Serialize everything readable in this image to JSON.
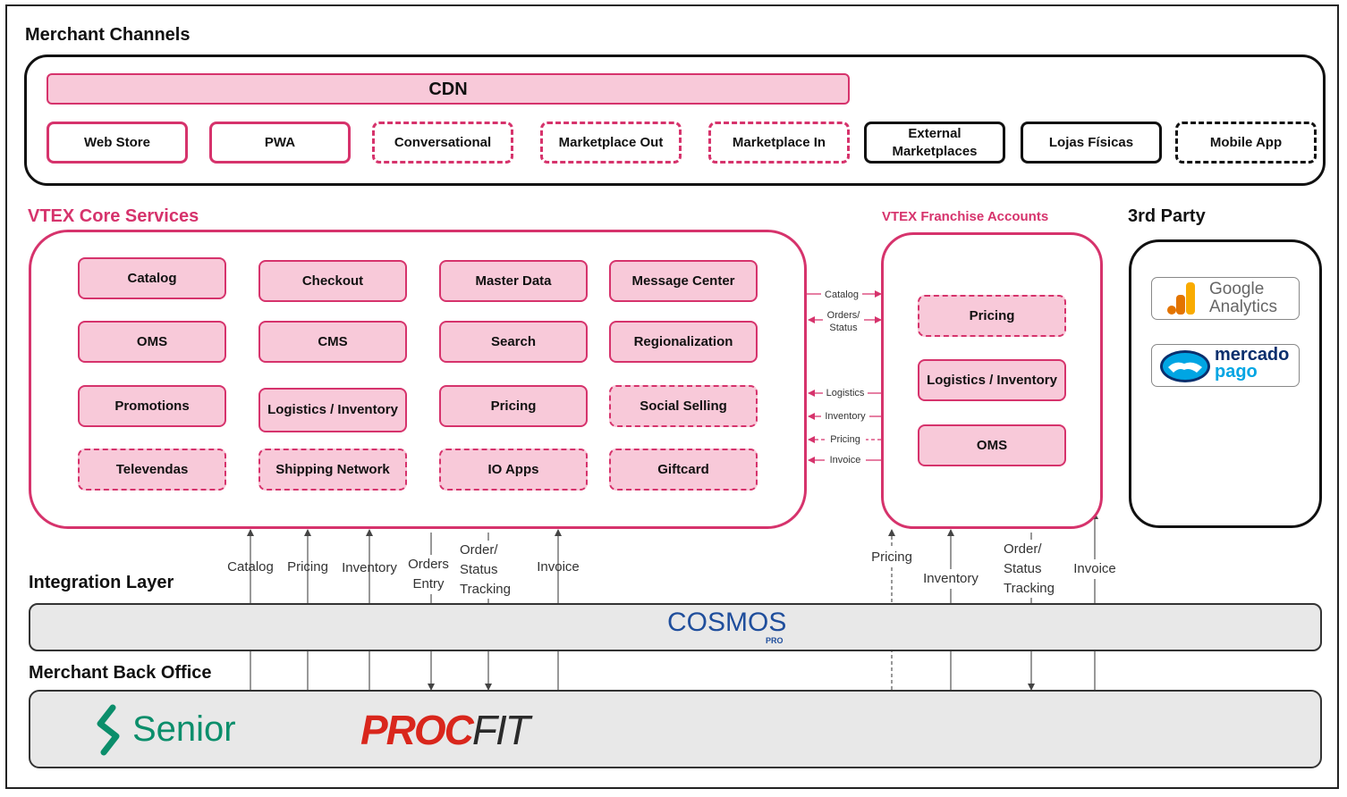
{
  "merchant_channels": {
    "title": "Merchant Channels",
    "cdn": "CDN",
    "channels": [
      "Web Store",
      "PWA",
      "Conversational",
      "Marketplace Out",
      "Marketplace In",
      "External Marketplaces",
      "Lojas Físicas",
      "Mobile App"
    ]
  },
  "vtex_core": {
    "title": "VTEX Core Services",
    "services": [
      "Catalog",
      "Checkout",
      "Master Data",
      "Message Center",
      "OMS",
      "CMS",
      "Search",
      "Regionalization",
      "Promotions",
      "Logistics / Inventory",
      "Pricing",
      "Social Selling",
      "Televendas",
      "Shipping Network",
      "IO Apps",
      "Giftcard"
    ]
  },
  "franchise": {
    "title": "VTEX Franchise Accounts",
    "services": [
      "Pricing",
      "Logistics / Inventory",
      "OMS"
    ]
  },
  "third_party": {
    "title": "3rd Party",
    "google": "Google Analytics",
    "mercado": [
      "mercado",
      "pago"
    ]
  },
  "core_franchise_links": [
    "Catalog",
    "Orders/ Status",
    "Logistics",
    "Inventory",
    "Pricing",
    "Invoice"
  ],
  "integration": {
    "title": "Integration Layer",
    "core_flows": [
      "Catalog",
      "Pricing",
      "Inventory",
      "Orders Entry",
      "Order/ Status Tracking",
      "Invoice"
    ],
    "franchise_flows": [
      "Pricing",
      "Inventory",
      "Order/ Status Tracking",
      "Invoice"
    ],
    "platform": "COSMOS",
    "platform_sub": "PRO"
  },
  "back_office": {
    "title": "Merchant Back Office",
    "senior": "Senior",
    "procfit_a": "PROC",
    "procfit_b": "FIT"
  }
}
